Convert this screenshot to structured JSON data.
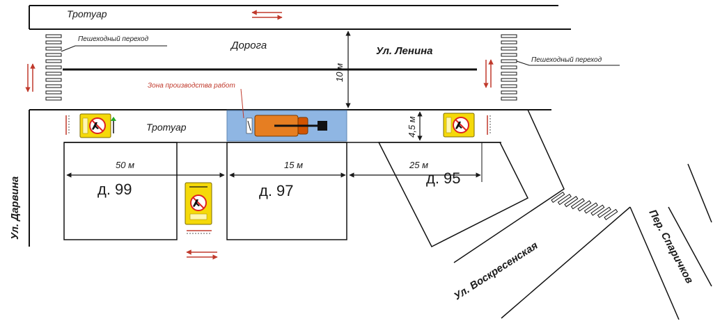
{
  "labels": {
    "sidewalk_top": "Тротуар",
    "sidewalk_bottom": "Тротуар",
    "road": "Дорога",
    "street_lenina": "Ул. Ленина",
    "street_darvina": "Ул. Дарвина",
    "street_voskresenskaya": "Ул. Воскресенская",
    "street_sparichkov": "Пер. Спаричков",
    "crosswalk_left": "Пешеходный переход",
    "crosswalk_right": "Пешеходный переход",
    "work_zone": "Зона производства работ"
  },
  "houses": [
    {
      "id": "h99",
      "label": "д. 99"
    },
    {
      "id": "h97",
      "label": "д. 97"
    },
    {
      "id": "h95",
      "label": "д. 95"
    }
  ],
  "dimensions": {
    "road_width": "10 м",
    "sidewalk_width": "4,5 м",
    "d_50": "50 м",
    "d_15": "15 м",
    "d_25": "25 м"
  },
  "colors": {
    "work_zone_fill": "#8fb6e3",
    "vehicle_body": "#e67e22",
    "sign_yellow": "#f5d90a",
    "arrow_red": "#c0392b",
    "road_line": "#111111"
  },
  "icons": {
    "sign": "no-pedestrians-detour-sign",
    "vehicle": "truck-icon",
    "arrow": "double-arrow-icon"
  }
}
